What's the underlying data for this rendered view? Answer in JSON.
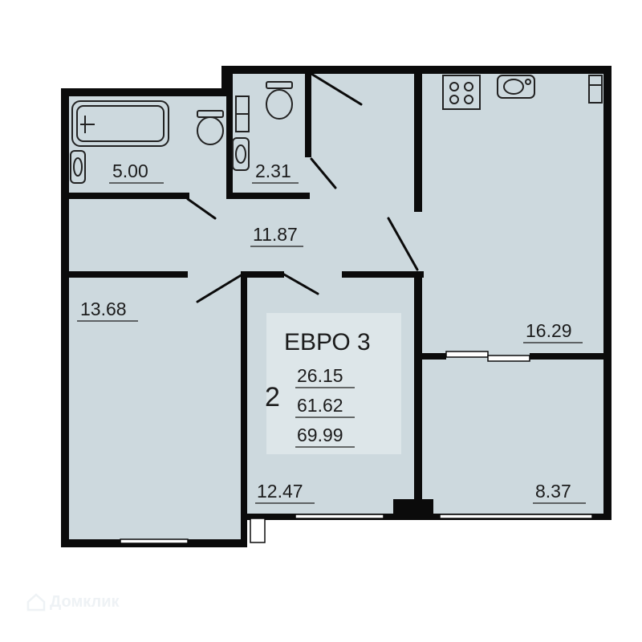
{
  "colors": {
    "floor": "#cdd9de",
    "wall": "#0b0b0b",
    "info_box": "#dde6e9",
    "text": "#1c1c1c"
  },
  "apartment": {
    "type_label": "ЕВРО 3",
    "rooms_count": "2",
    "living_area": "26.15",
    "total_area": "61.62",
    "total_with_balcony": "69.99"
  },
  "rooms": {
    "bathroom": "5.00",
    "wc": "2.31",
    "hall": "11.87",
    "bedroom": "13.68",
    "room_center": "12.47",
    "kitchen_living": "16.29",
    "room_right": "8.37"
  },
  "watermark": {
    "text": "Домклик",
    "icon": "home-icon"
  }
}
